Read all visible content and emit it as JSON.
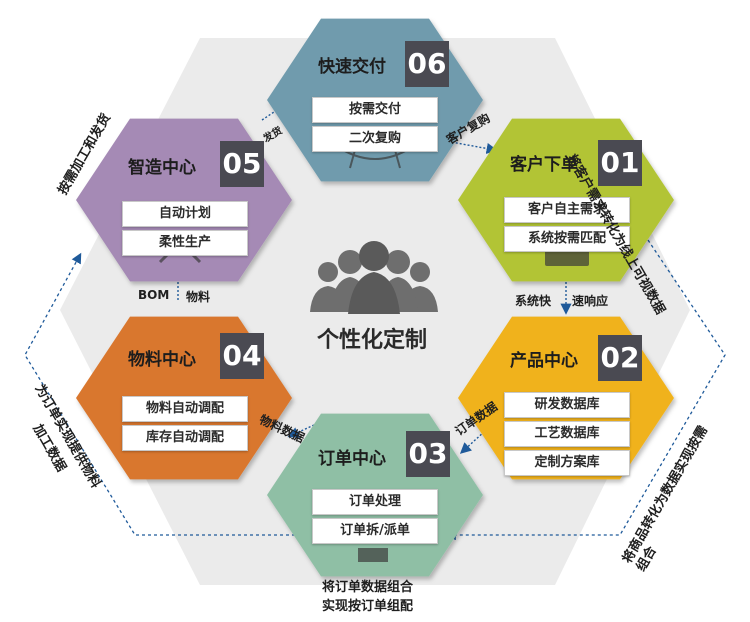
{
  "center": {
    "title": "个性化定制"
  },
  "nodes": [
    {
      "id": "01",
      "name": "客户下单",
      "items": [
        "客户自主需求",
        "系统按需匹配"
      ],
      "color": "#b2c436"
    },
    {
      "id": "02",
      "name": "产品中心",
      "items": [
        "研发数据库",
        "工艺数据库",
        "定制方案库"
      ],
      "color": "#f0b21a"
    },
    {
      "id": "03",
      "name": "订单中心",
      "items": [
        "订单处理",
        "订单拆/派单"
      ],
      "color": "#8fbfa5"
    },
    {
      "id": "04",
      "name": "物料中心",
      "items": [
        "物料自动调配",
        "库存自动调配"
      ],
      "color": "#d9772e"
    },
    {
      "id": "05",
      "name": "智造中心",
      "items": [
        "自动计划",
        "柔性生产"
      ],
      "color": "#a58ab5"
    },
    {
      "id": "06",
      "name": "快速交付",
      "items": [
        "按需交付",
        "二次复购"
      ],
      "color": "#6f9bad"
    }
  ],
  "flows": {
    "f6_1": "客户复购",
    "f5_6": "发货",
    "f1_2_a": "系统快",
    "f1_2_b": "速响应",
    "f2_3": "订单数据",
    "f3_4": "物料数据",
    "f4_5_a": "BOM",
    "f4_5_b": "物料"
  },
  "outer": {
    "top_right": "将客户需求转化为线上可视数据",
    "right": "将商品转化为数据实现按需组合",
    "bottom_a": "将订单数据组合",
    "bottom_b": "实现按订单组配",
    "left_a": "为订单实现提供物料",
    "left_b": "加工数据",
    "top_left": "按需加工和发货"
  }
}
